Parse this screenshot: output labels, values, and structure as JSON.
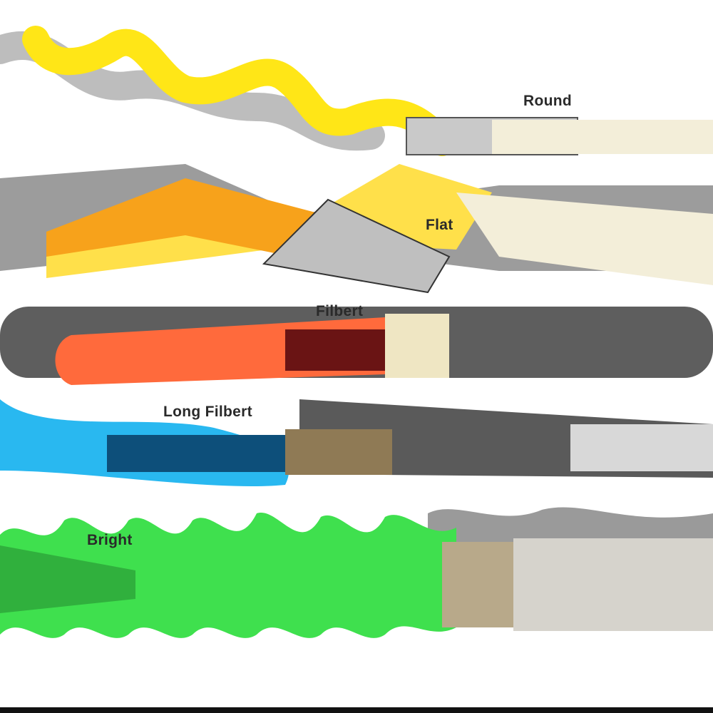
{
  "labels": {
    "round": "Round",
    "flat": "Flat",
    "filbert": "Filbert",
    "long_filbert": "Long Filbert",
    "bright": "Bright"
  },
  "colors": {
    "round_paint": "#ffe617",
    "flat_paint_light": "#ffe04a",
    "flat_paint_dark": "#f7a21b",
    "filbert_paint": "#ff6a3c",
    "long_filbert_paint": "#29b8f0",
    "bright_paint": "#3fe04e",
    "shadow": "#b5b5b5",
    "handle": "#5a5a5a",
    "bristle": "#f3eed9"
  }
}
